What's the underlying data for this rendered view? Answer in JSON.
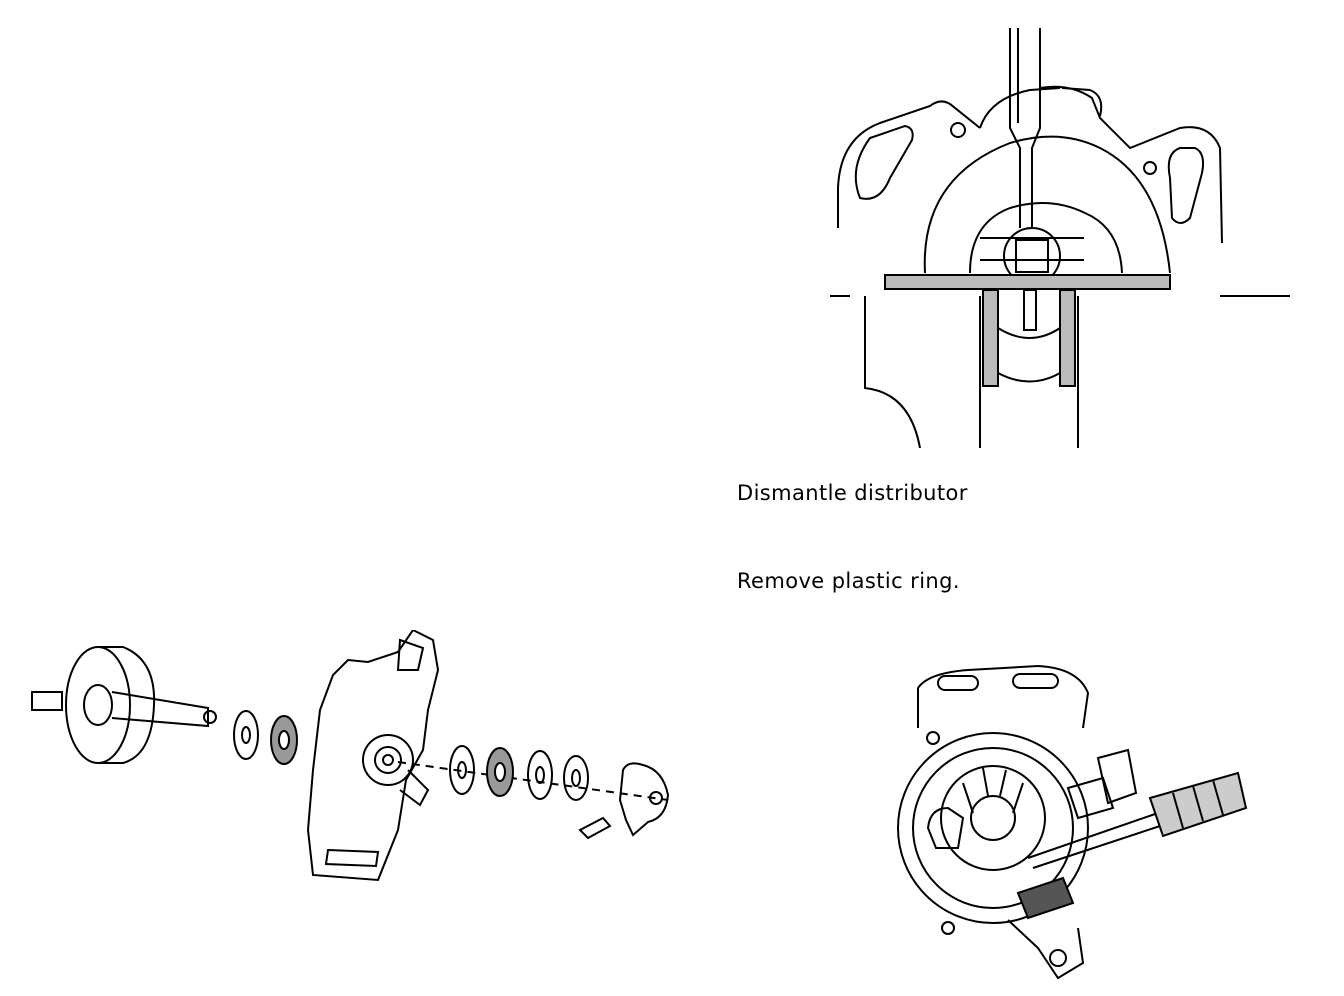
{
  "captions": {
    "heading": "Dismantle distributor",
    "instruction": "Remove plastic ring."
  },
  "figures": {
    "top_right": "screwdriver-removing-plastic-ring-illustration",
    "bottom_left": "distributor-exploded-view-illustration",
    "bottom_right": "distributor-rotor-removal-illustration"
  },
  "colors": {
    "ink": "#000000",
    "paper": "#ffffff"
  }
}
